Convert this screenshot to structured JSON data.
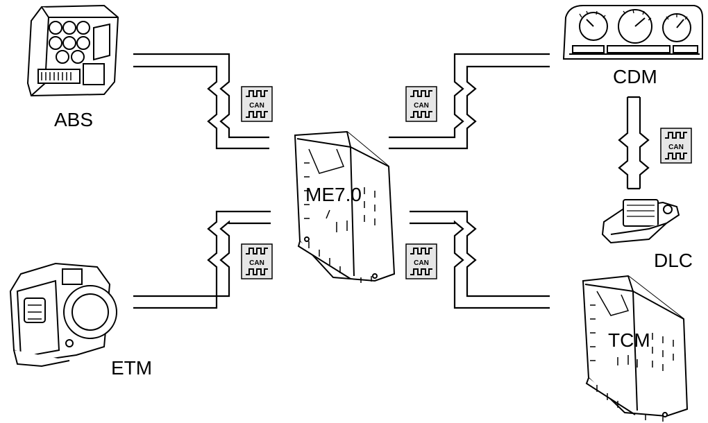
{
  "labels": {
    "abs": "ABS",
    "etm": "ETM",
    "cdm": "CDM",
    "dlc": "DLC",
    "tcm": "TCM",
    "ecm": "ME7.0"
  },
  "can_badge_text": "CAN",
  "colors": {
    "line": "#000000",
    "fill": "#ffffff",
    "badge_bg": "#e6e6e6"
  }
}
